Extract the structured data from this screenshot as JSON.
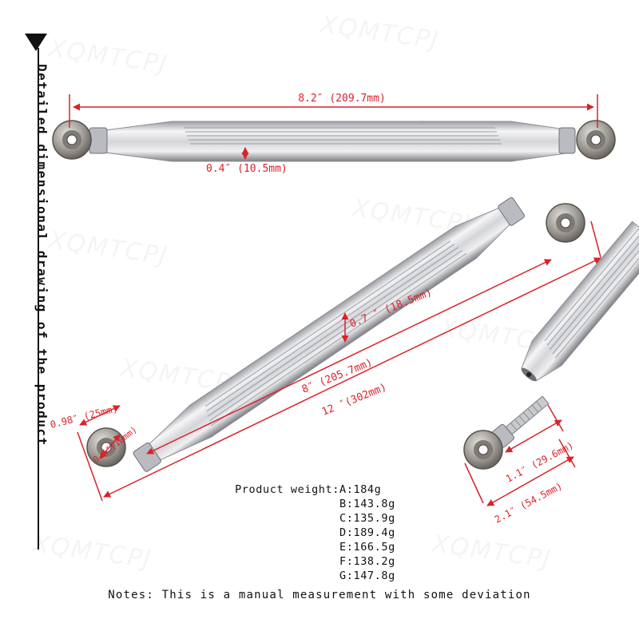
{
  "side_title": "Detailed dimensional drawing of the product",
  "watermark": "XQMTCPJ",
  "dimensions": {
    "top_length": "8.2″ (209.7mm)",
    "top_width": "0.4″ (10.5mm)",
    "diag_width": "0.7 ″ (18.5mm)",
    "diag_tube": "8″ (205.7mm)",
    "diag_total": "12 ″(302mm)",
    "diag_end": "0.98″ (25mm)",
    "diag_eye": "0.4″(10mm)",
    "bolt_length": "1.1″ (29.6mm)",
    "end_total": "2.1″ (54.5mm)"
  },
  "weights": {
    "label": "Product weight:",
    "items": [
      {
        "letter": "A:",
        "value": "184g"
      },
      {
        "letter": "B:",
        "value": "143.8g"
      },
      {
        "letter": "C:",
        "value": "135.9g"
      },
      {
        "letter": "D:",
        "value": "189.4g"
      },
      {
        "letter": "E:",
        "value": "166.5g"
      },
      {
        "letter": "F:",
        "value": "138.2g"
      },
      {
        "letter": "G:",
        "value": "147.8g"
      }
    ]
  },
  "notes": "Notes: This is a manual measurement with some deviation",
  "colors": {
    "dimension_red": "#d9222a",
    "chrome_light": "#f2f2f4",
    "chrome_dark": "#8a8c92",
    "text": "#111111"
  }
}
